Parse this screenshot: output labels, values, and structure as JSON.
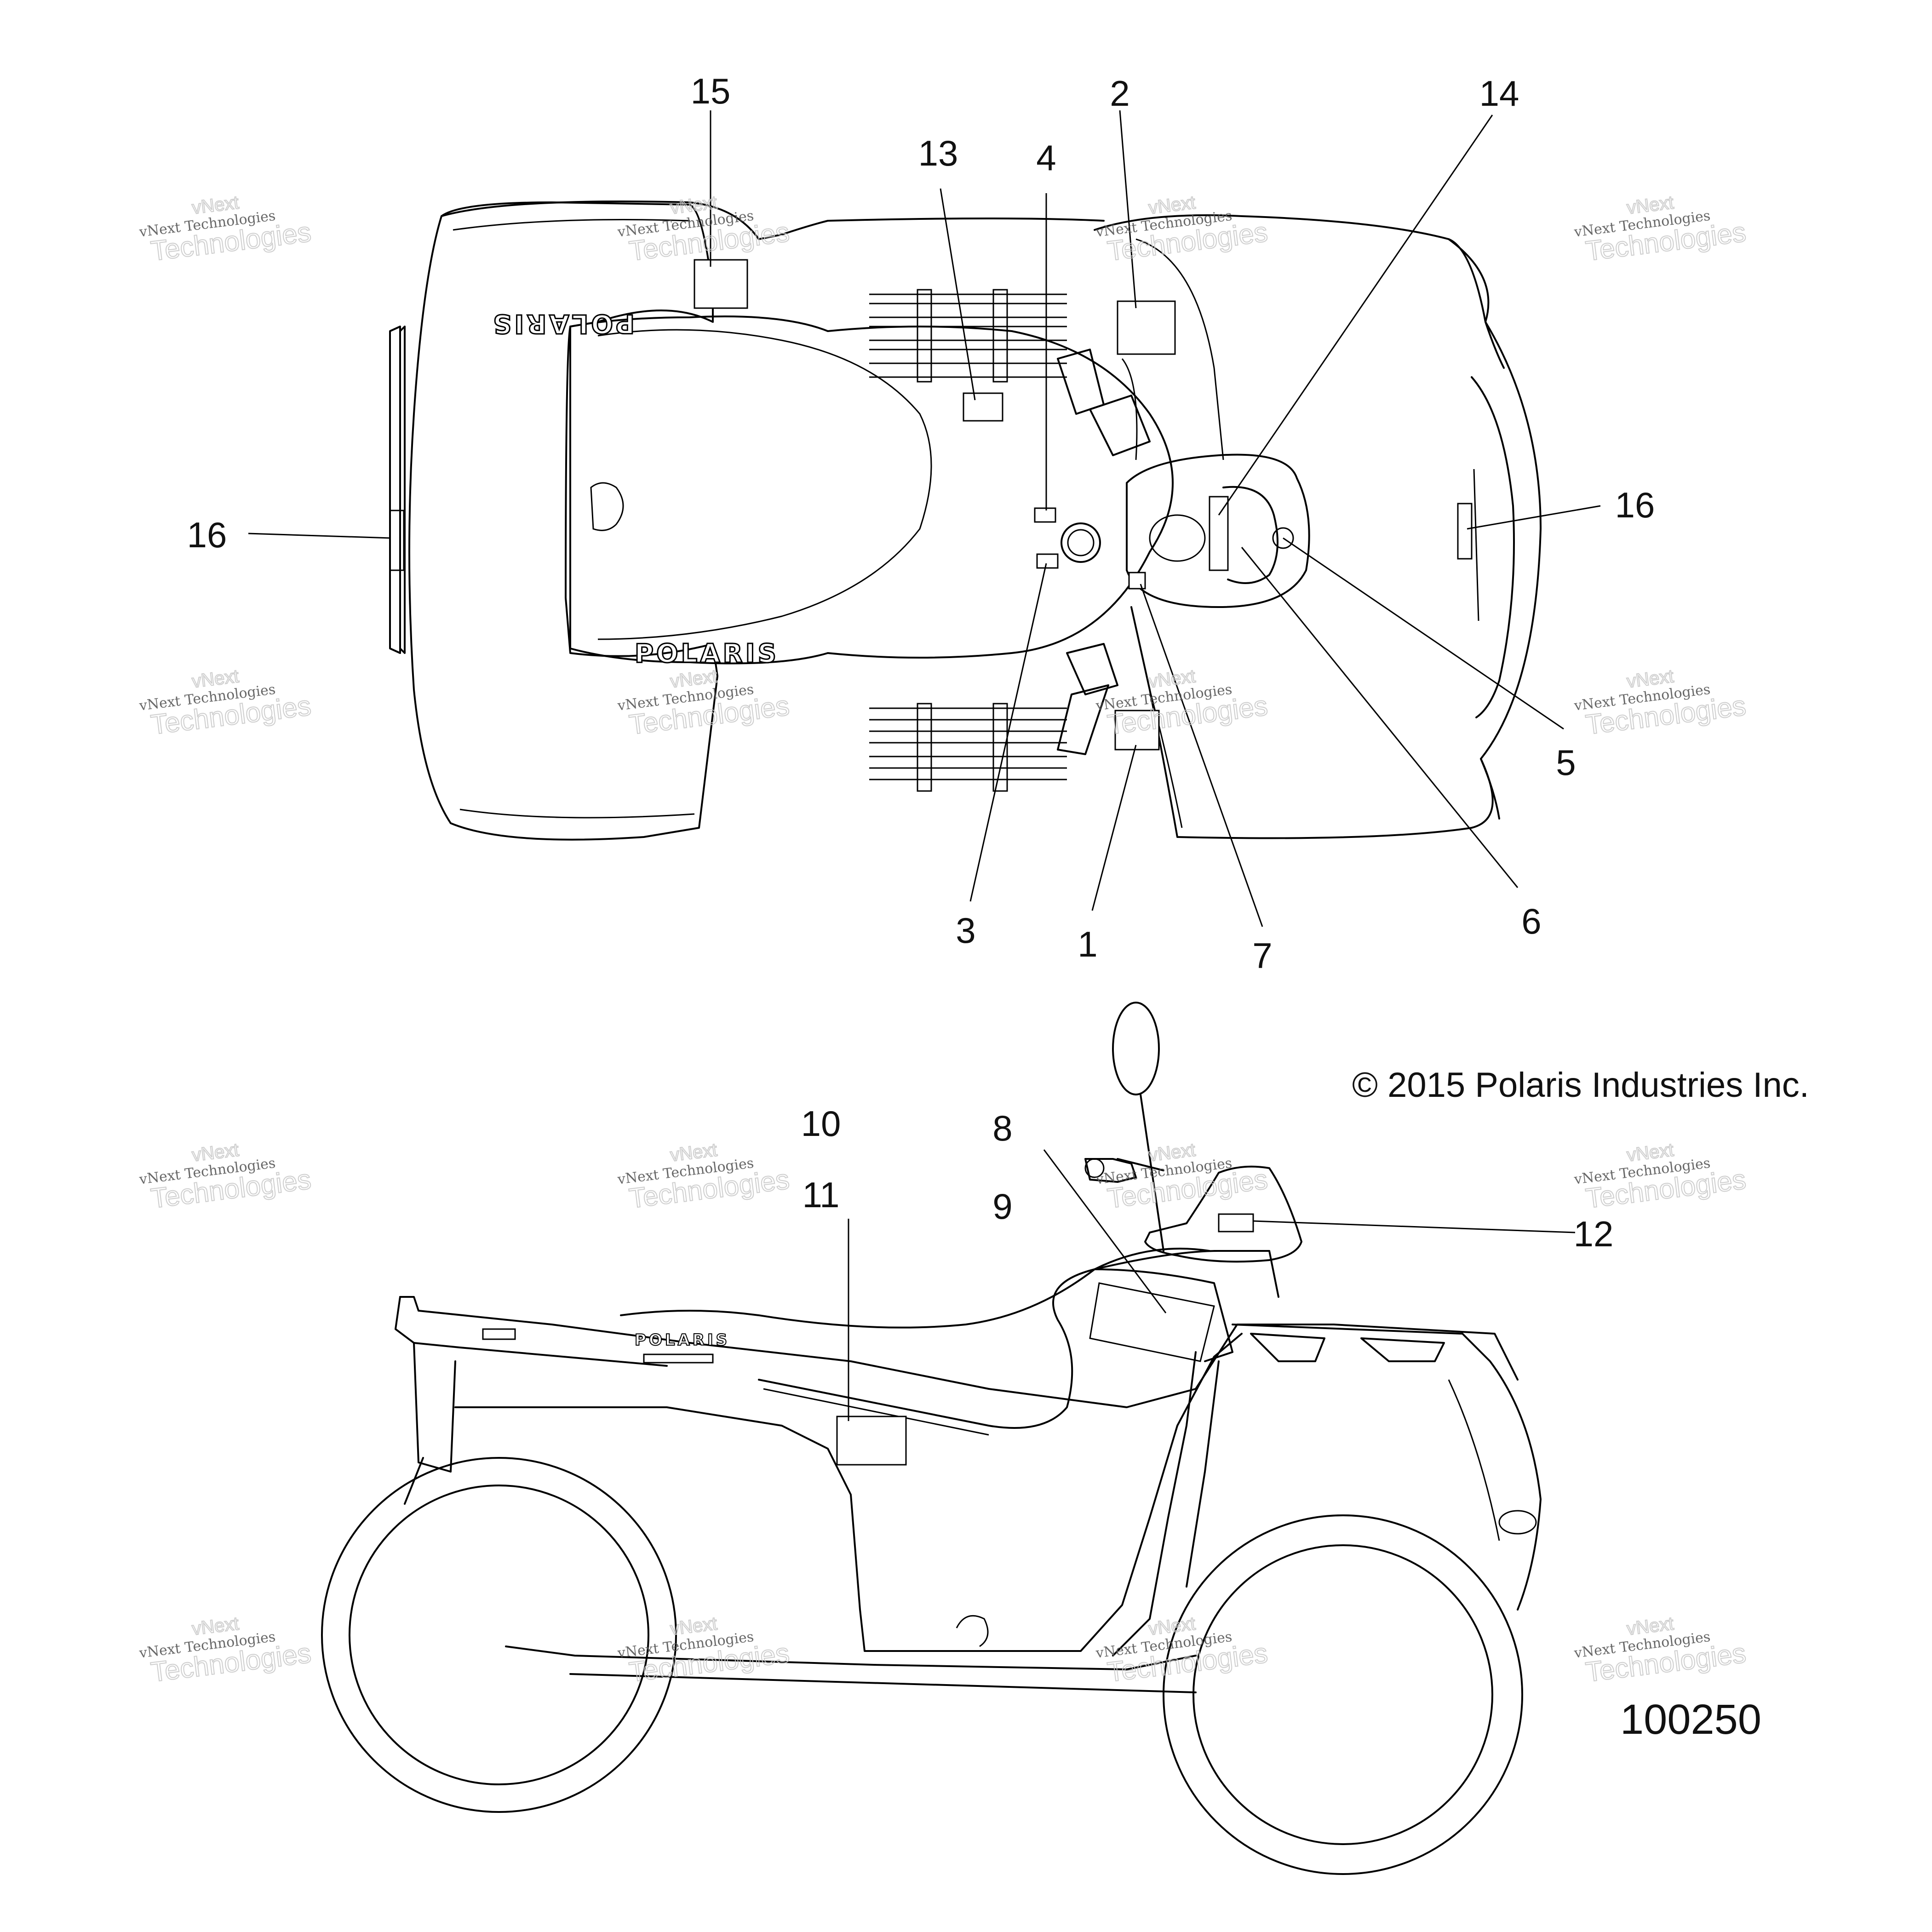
{
  "callouts": [
    {
      "id": "1",
      "label": "1"
    },
    {
      "id": "2",
      "label": "2"
    },
    {
      "id": "3",
      "label": "3"
    },
    {
      "id": "4",
      "label": "4"
    },
    {
      "id": "5",
      "label": "5"
    },
    {
      "id": "6",
      "label": "6"
    },
    {
      "id": "7",
      "label": "7"
    },
    {
      "id": "8",
      "label": "8"
    },
    {
      "id": "9",
      "label": "9"
    },
    {
      "id": "10",
      "label": "10"
    },
    {
      "id": "11",
      "label": "11"
    },
    {
      "id": "12",
      "label": "12"
    },
    {
      "id": "13",
      "label": "13"
    },
    {
      "id": "14",
      "label": "14"
    },
    {
      "id": "15",
      "label": "15"
    },
    {
      "id": "16a",
      "label": "16"
    },
    {
      "id": "16b",
      "label": "16"
    }
  ],
  "copyright": "© 2015 Polaris Industries Inc.",
  "figure_number": "100250",
  "brand_logo": "POLARIS",
  "watermark": {
    "line1": "vNext Technologies",
    "line2": "Technologies",
    "line0": "vNext"
  }
}
